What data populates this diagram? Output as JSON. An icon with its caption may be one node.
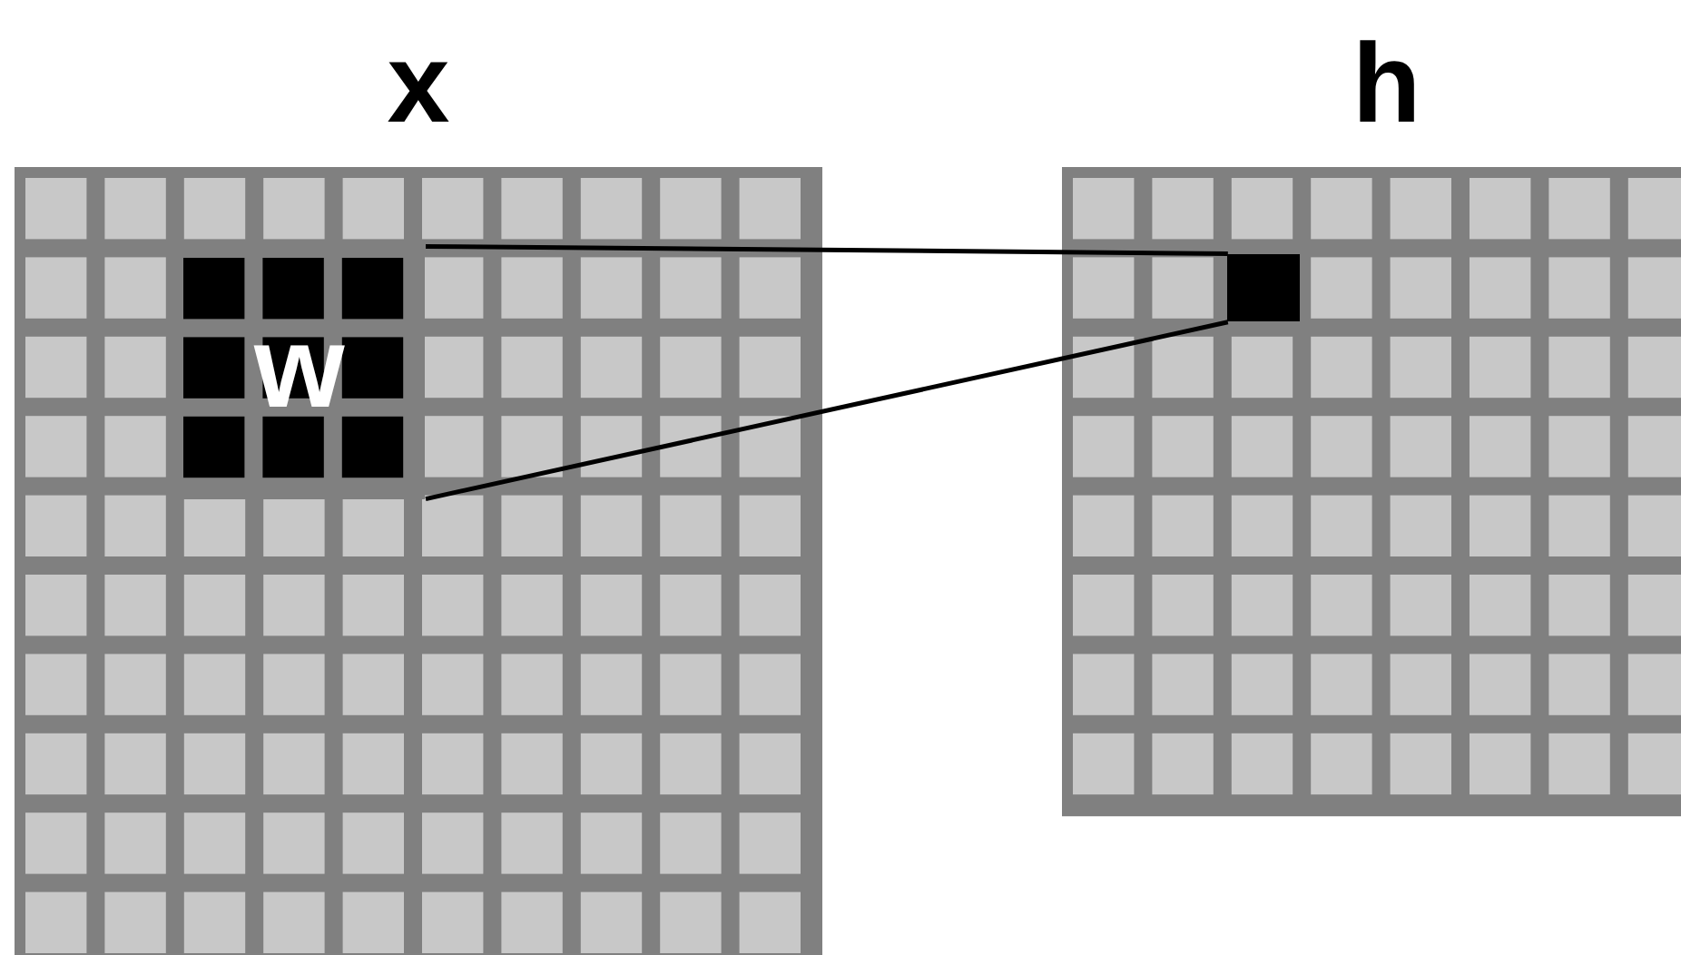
{
  "diagram": {
    "nodes": [
      {
        "text": [
          "x"
        ]
      },
      {
        "text": [
          "w"
        ],
        "in": 0
      },
      {
        "text": [
          "h"
        ]
      },
      {
        "text": [],
        "shape": "box",
        "in": 2
      }
    ],
    "edges": [
      {
        "from": 1,
        "to": 3,
        "arrow": "none"
      },
      {
        "from": 1,
        "to": 3,
        "arrow": "none"
      }
    ]
  }
}
